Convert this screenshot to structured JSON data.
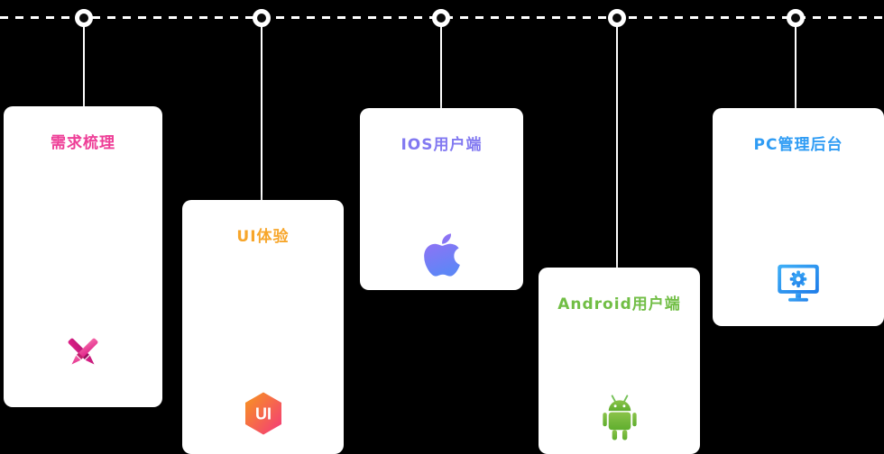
{
  "diagram": {
    "background": "#000000",
    "timeline_color": "#ffffff",
    "cards": [
      {
        "title": "需求梳理",
        "color": "#ee3e97",
        "icon": "pen-cross-icon"
      },
      {
        "title": "UI体验",
        "color": "#f7a62b",
        "icon": "ui-hexagon-icon",
        "icon_label": "UI"
      },
      {
        "title": "IOS用户端",
        "color": "#8279f1",
        "icon": "apple-icon"
      },
      {
        "title": "Android用户端",
        "color": "#71be45",
        "icon": "android-icon"
      },
      {
        "title": "PC管理后台",
        "color": "#2f9cf4",
        "icon": "pc-monitor-icon"
      }
    ]
  }
}
